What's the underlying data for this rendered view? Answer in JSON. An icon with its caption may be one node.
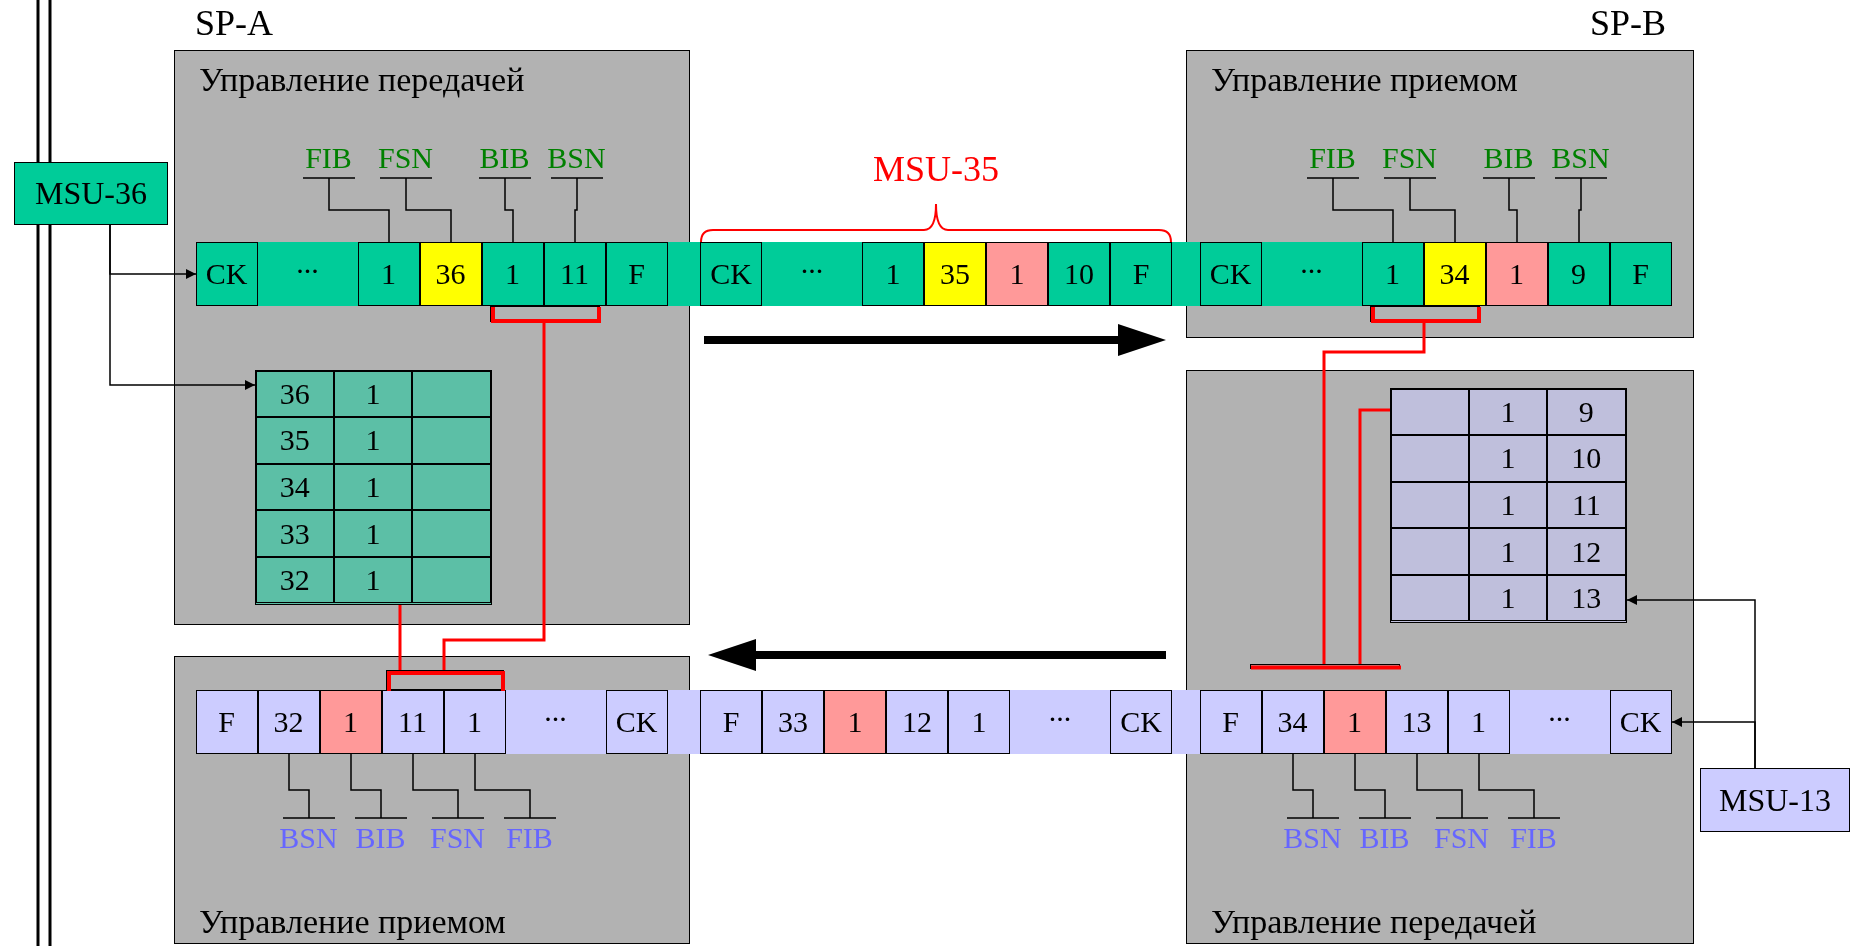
{
  "diagram": {
    "nodes": [
      {
        "text": [
          "Управление передачей"
        ]
      },
      {
        "text": [
          "FIB"
        ],
        "in": 0
      },
      {
        "text": [
          "FSN"
        ],
        "in": 0
      },
      {
        "text": [
          "BIB"
        ],
        "in": 0
      },
      {
        "text": [
          "BSN"
        ],
        "in": 0
      },
      {
        "text": [
          "CK"
        ],
        "in": 0
      },
      {
        "text": [
          "..."
        ],
        "in": 0
      },
      {
        "text": [
          "1"
        ],
        "in": 0
      },
      {
        "text": [
          "36"
        ],
        "in": 0
      },
      {
        "text": [
          "1"
        ],
        "in": 0
      },
      {
        "text": [
          "11"
        ],
        "in": 0
      },
      {
        "text": [
          "F"
        ],
        "in": 0
      },
      {
        "text": [
          "36",
          "1",
          "35",
          "1",
          "34",
          "1",
          "33",
          "1",
          "32",
          "1"
        ],
        "in": 0
      },
      {
        "text": [
          "MSU-36"
        ]
      },
      {
        "text": [
          "CK"
        ]
      },
      {
        "text": [
          "..."
        ]
      },
      {
        "text": [
          "1"
        ]
      },
      {
        "text": [
          "35"
        ]
      },
      {
        "text": [
          "1"
        ]
      },
      {
        "text": [
          "10"
        ]
      },
      {
        "text": [
          "F"
        ]
      },
      {
        "text": [
          "Управление приемом"
        ]
      },
      {
        "text": [
          "FIB"
        ],
        "in": 21
      },
      {
        "text": [
          "FSN"
        ],
        "in": 21
      },
      {
        "text": [
          "BIB"
        ],
        "in": 21
      },
      {
        "text": [
          "BSN"
        ],
        "in": 21
      },
      {
        "text": [
          "CK"
        ],
        "in": 21
      },
      {
        "text": [
          "..."
        ],
        "in": 21
      },
      {
        "text": [
          "1"
        ],
        "in": 21
      },
      {
        "text": [
          "34"
        ],
        "in": 21
      },
      {
        "text": [
          "1"
        ],
        "in": 21
      },
      {
        "text": [
          "9"
        ],
        "in": 21
      },
      {
        "text": [
          "F"
        ],
        "in": 21
      },
      {
        "text": [
          "Управление передачей"
        ]
      },
      {
        "text": [
          "1",
          "9",
          "1",
          "10",
          "1",
          "11",
          "1",
          "12",
          "1",
          "13"
        ],
        "in": 33
      },
      {
        "text": [
          "Управление приемом"
        ]
      },
      {
        "text": [
          "F"
        ],
        "in": 35
      },
      {
        "text": [
          "32"
        ],
        "in": 35
      },
      {
        "text": [
          "1"
        ],
        "in": 35
      },
      {
        "text": [
          "11"
        ],
        "in": 35
      },
      {
        "text": [
          "1"
        ],
        "in": 35
      },
      {
        "text": [
          "..."
        ],
        "in": 35
      },
      {
        "text": [
          "CK"
        ],
        "in": 35
      },
      {
        "text": [
          "BSN"
        ],
        "in": 35
      },
      {
        "text": [
          "BIB"
        ],
        "in": 35
      },
      {
        "text": [
          "FSN"
        ],
        "in": 35
      },
      {
        "text": [
          "FIB"
        ],
        "in": 35
      },
      {
        "text": [
          "F"
        ]
      },
      {
        "text": [
          "33"
        ]
      },
      {
        "text": [
          "1"
        ]
      },
      {
        "text": [
          "12"
        ]
      },
      {
        "text": [
          "1"
        ]
      },
      {
        "text": [
          "..."
        ]
      },
      {
        "text": [
          "CK"
        ]
      },
      {
        "text": [
          "F"
        ],
        "in": 33
      },
      {
        "text": [
          "34"
        ],
        "in": 33
      },
      {
        "text": [
          "1"
        ],
        "in": 33
      },
      {
        "text": [
          "13"
        ],
        "in": 33
      },
      {
        "text": [
          "1"
        ],
        "in": 33
      },
      {
        "text": [
          "..."
        ],
        "in": 33
      },
      {
        "text": [
          "CK"
        ],
        "in": 33
      },
      {
        "text": [
          "BSN"
        ],
        "in": 33
      },
      {
        "text": [
          "BIB"
        ],
        "in": 33
      },
      {
        "text": [
          "FSN"
        ],
        "in": 33
      },
      {
        "text": [
          "FIB"
        ],
        "in": 33
      },
      {
        "text": [
          "MSU-13"
        ]
      },
      {
        "text": [
          "MSU-35"
        ]
      },
      {
        "text": [],
        "shape": "bracket",
        "in": 0
      },
      {
        "text": [],
        "shape": "bracket",
        "in": 35
      },
      {
        "text": [],
        "shape": "bracket",
        "in": 21
      },
      {
        "text": [],
        "shape": "bar",
        "in": 33
      }
    ],
    "edges": [
      {
        "from": 13,
        "to": 5,
        "arrow": "to"
      },
      {
        "from": 13,
        "to": 12,
        "arrow": "to"
      },
      {
        "from": 1,
        "to": 7,
        "arrow": "none"
      },
      {
        "from": 2,
        "to": 8,
        "arrow": "none"
      },
      {
        "from": 3,
        "to": 9,
        "arrow": "none"
      },
      {
        "from": 4,
        "to": 10,
        "arrow": "none"
      },
      {
        "from": 22,
        "to": 28,
        "arrow": "none"
      },
      {
        "from": 23,
        "to": 29,
        "arrow": "none"
      },
      {
        "from": 24,
        "to": 30,
        "arrow": "none"
      },
      {
        "from": 25,
        "to": 31,
        "arrow": "none"
      },
      {
        "from": 67,
        "to": 68,
        "arrow": "none",
        "color": "#ff0000"
      },
      {
        "from": 12,
        "to": 68,
        "arrow": "none",
        "color": "#ff0000"
      },
      {
        "from": 69,
        "to": 70,
        "arrow": "none",
        "color": "#ff0000"
      },
      {
        "from": 34,
        "to": 70,
        "arrow": "none",
        "color": "#ff0000"
      },
      {
        "from": 43,
        "to": 37,
        "arrow": "none"
      },
      {
        "from": 44,
        "to": 38,
        "arrow": "none"
      },
      {
        "from": 45,
        "to": 39,
        "arrow": "none"
      },
      {
        "from": 46,
        "to": 40,
        "arrow": "none"
      },
      {
        "from": 61,
        "to": 55,
        "arrow": "none"
      },
      {
        "from": 62,
        "to": 56,
        "arrow": "none"
      },
      {
        "from": 63,
        "to": 57,
        "arrow": "none"
      },
      {
        "from": 64,
        "to": 58,
        "arrow": "none"
      },
      {
        "from": 65,
        "to": 34,
        "arrow": "to"
      },
      {
        "from": 65,
        "to": 60,
        "arrow": "to"
      }
    ],
    "labels": [
      "SP-A",
      "SP-B"
    ]
  }
}
